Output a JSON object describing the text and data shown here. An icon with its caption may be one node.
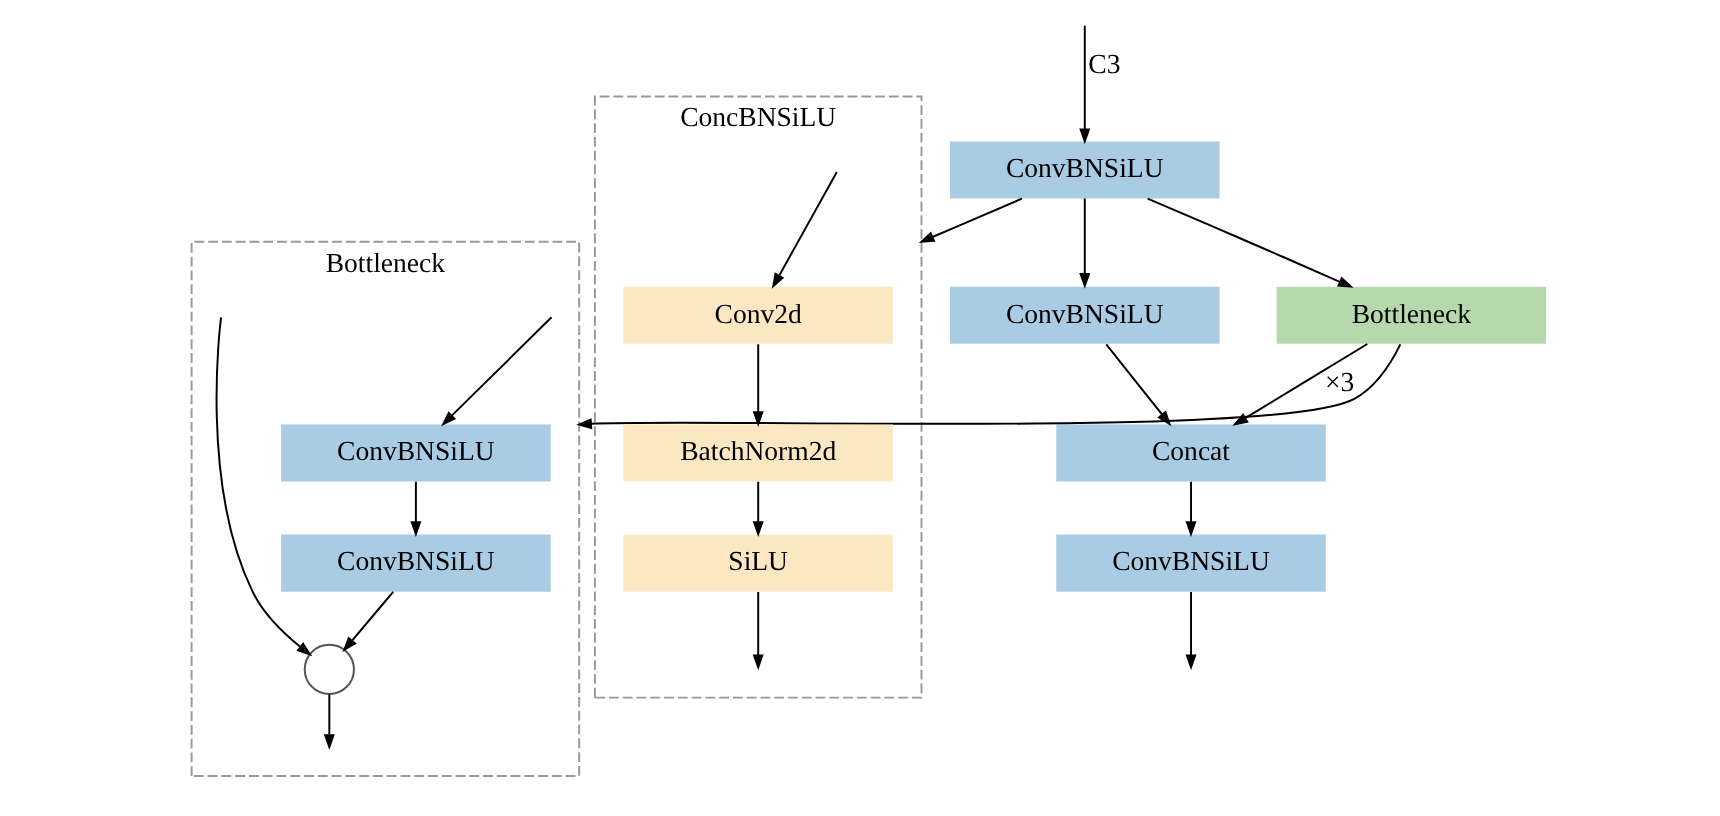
{
  "diagram": {
    "nodes": [
      {
        "text": [
          "ConvBNSiLU"
        ]
      },
      {
        "text": [
          "ConvBNSiLU"
        ]
      },
      {
        "text": [
          "Bottleneck"
        ]
      },
      {
        "text": [
          "Concat"
        ]
      },
      {
        "text": [
          "ConvBNSiLU"
        ]
      },
      {
        "text": [
          "Bottleneck"
        ]
      },
      {
        "text": [
          "ConvBNSiLU"
        ],
        "in": 5
      },
      {
        "text": [
          "ConvBNSiLU"
        ],
        "in": 5
      },
      {
        "text": [],
        "shape": "circle",
        "in": 5
      },
      {
        "text": [
          "ConcBNSiLU"
        ]
      },
      {
        "text": [
          "Conv2d"
        ],
        "in": 9
      },
      {
        "text": [
          "BatchNorm2d"
        ],
        "in": 9
      },
      {
        "text": [
          "SiLU"
        ],
        "in": 9
      }
    ],
    "edges": [
      {
        "from": null,
        "to": 0,
        "arrow": "to",
        "label": "C3"
      },
      {
        "from": 0,
        "to": 1,
        "arrow": "to"
      },
      {
        "from": 0,
        "to": 2,
        "arrow": "to"
      },
      {
        "from": 2,
        "to": 3,
        "arrow": "to",
        "label": "×3"
      },
      {
        "from": 1,
        "to": 3,
        "arrow": "to"
      },
      {
        "from": 3,
        "to": 4,
        "arrow": "to"
      },
      {
        "from": 4,
        "to": null,
        "arrow": "to"
      },
      {
        "from": 2,
        "to": 5,
        "arrow": "to"
      },
      {
        "from": 0,
        "to": 9,
        "arrow": "to"
      },
      {
        "from": null,
        "to": 6,
        "arrow": "to"
      },
      {
        "from": null,
        "to": 8,
        "arrow": "to"
      },
      {
        "from": 6,
        "to": 7,
        "arrow": "to"
      },
      {
        "from": 7,
        "to": 8,
        "arrow": "to"
      },
      {
        "from": 8,
        "to": null,
        "arrow": "to"
      },
      {
        "from": null,
        "to": 10,
        "arrow": "to"
      },
      {
        "from": 10,
        "to": 11,
        "arrow": "to"
      },
      {
        "from": 11,
        "to": 12,
        "arrow": "to"
      },
      {
        "from": 12,
        "to": null,
        "arrow": "to"
      }
    ]
  }
}
